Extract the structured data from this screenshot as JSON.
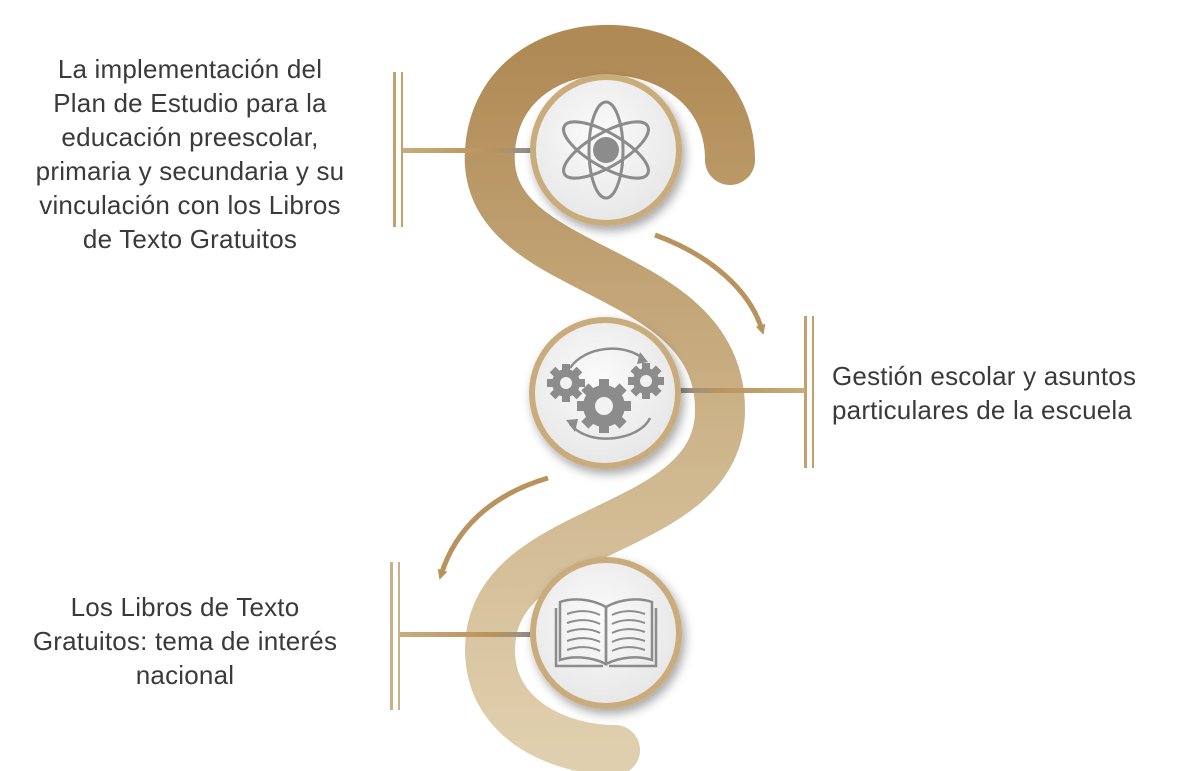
{
  "colors": {
    "band_dark": "#b08a55",
    "band_light": "#dcc9a6",
    "accent": "#b8935e",
    "circle_fill": "#f2f2f2",
    "icon_gray": "#8c8c8c",
    "text": "#3a3a3a"
  },
  "items": [
    {
      "icon": "atom-icon",
      "lines": [
        "La implementación del",
        "Plan de Estudio para la",
        "educación preescolar,",
        "primaria y secundaria y su",
        "vinculación con los Libros",
        "de Texto Gratuitos"
      ]
    },
    {
      "icon": "gears-icon",
      "lines": [
        "Gestión escolar y asuntos",
        "particulares de la escuela"
      ]
    },
    {
      "icon": "open-book-icon",
      "lines": [
        "Los Libros de Texto",
        "Gratuitos: tema de interés",
        "nacional"
      ]
    }
  ]
}
